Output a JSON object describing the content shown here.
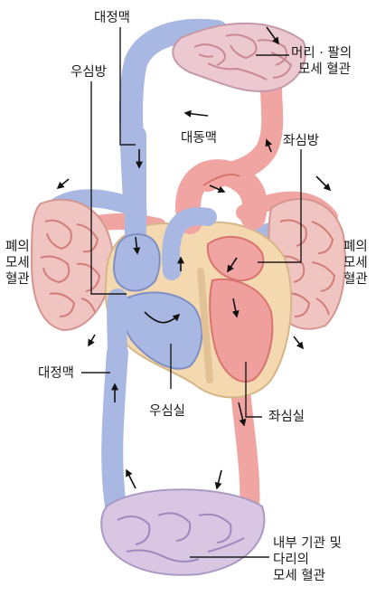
{
  "labels": {
    "superior_vena_cava": "대정맥",
    "right_atrium": "우심방",
    "aorta": "대동맥",
    "left_atrium": "좌심방",
    "head_arm_capillaries_line1": "머리 · 팔의",
    "head_arm_capillaries_line2": "모세 혈관",
    "lung_capillaries_left_line1": "폐의",
    "lung_capillaries_left_line2": "모세",
    "lung_capillaries_left_line3": "혈관",
    "lung_capillaries_right_line1": "폐의",
    "lung_capillaries_right_line2": "모세",
    "lung_capillaries_right_line3": "혈관",
    "inferior_vena_cava": "대정맥",
    "right_ventricle": "우심실",
    "left_ventricle": "좌심실",
    "organs_legs_capillaries_line1": "내부 기관 및",
    "organs_legs_capillaries_line2": "다리의",
    "organs_legs_capillaries_line3": "모세 혈관"
  },
  "colors": {
    "venous_blood": "#a9b8e2",
    "venous_dark": "#7f8fc4",
    "arterial_blood": "#f1a5a2",
    "arterial_dark": "#d8746f",
    "heart_muscle": "#f3d8b0",
    "leader_line": "#1a1a1a",
    "arrow": "#111111"
  }
}
